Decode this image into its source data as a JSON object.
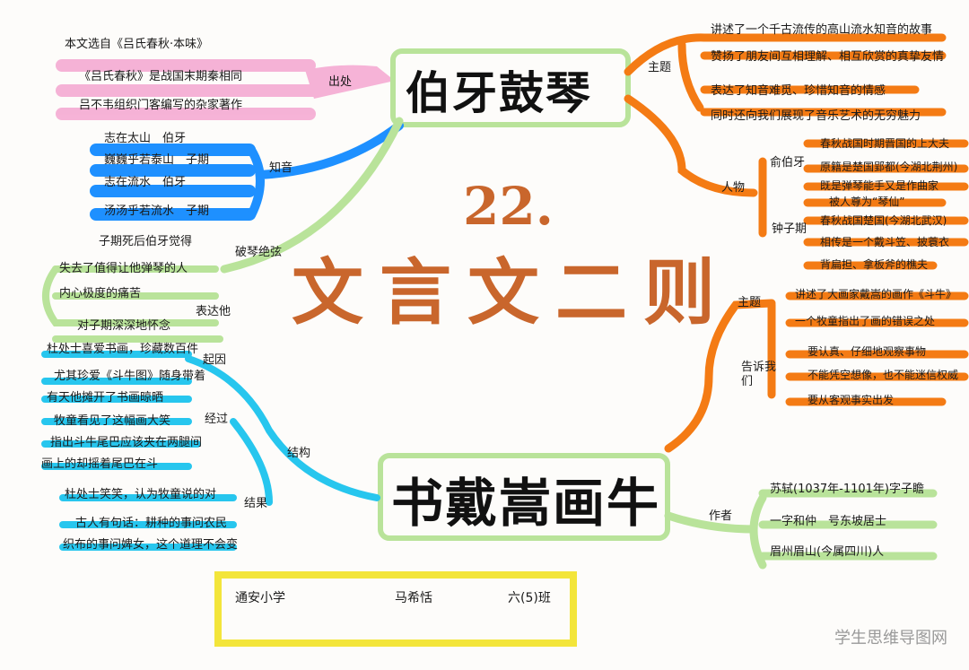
{
  "colors": {
    "green": "#b9e39a",
    "orange": "#f47b14",
    "blue": "#1e90ff",
    "cyan": "#27c6ee",
    "pink": "#f4a6d0",
    "yellow": "#f3e53a",
    "title": "#c9662c"
  },
  "center": {
    "number": "22.",
    "title": "文言文二则"
  },
  "boya": {
    "title": "伯牙鼓琴",
    "source": {
      "label": "出处",
      "lines": [
        "本文选自《吕氏春秋·本味》",
        "《吕氏春秋》是战国末期秦相同",
        "吕不韦组织门客编写的杂家著作"
      ]
    },
    "zhiyin": {
      "label": "知音",
      "lines": [
        "志在太山　伯牙",
        "巍巍乎若泰山　子期",
        "志在流水　伯牙",
        "汤汤乎若流水　子期"
      ]
    },
    "pojue": {
      "label": "破琴绝弦",
      "top": "子期死后伯牙觉得",
      "lines": [
        "失去了值得让他弹琴的人",
        "内心极度的痛苦",
        "对子期深深地怀念"
      ],
      "express": "表达他"
    },
    "theme": {
      "label": "主题",
      "lines": [
        "讲述了一个千古流传的高山流水知音的故事",
        "赞扬了朋友间互相理解、相互欣赏的真挚友情",
        "表达了知音难觅、珍惜知音的情感",
        "同时还向我们展现了音乐艺术的无穷魅力"
      ]
    },
    "people": {
      "label": "人物",
      "boya_label": "俞伯牙",
      "boya_lines": [
        "春秋战国时期晋国的上大夫",
        "原籍是楚国郢都(今湖北荆州)",
        "既是弹琴能手又是作曲家",
        "被人尊为“琴仙”"
      ],
      "ziqi_label": "钟子期",
      "ziqi_lines": [
        "春秋战国楚国(今湖北武汉)",
        "相传是一个戴斗笠、披蓑衣",
        "背扁担、拿板斧的樵夫"
      ]
    }
  },
  "shudai": {
    "title": "书戴嵩画牛",
    "structure": {
      "label": "结构",
      "qiyin": {
        "label": "起因",
        "lines": [
          "杜处士喜爱书画，珍藏数百件",
          "尤其珍爱《斗牛图》随身带着"
        ]
      },
      "jingguo": {
        "label": "经过",
        "lines": [
          "有天他摊开了书画晾晒",
          "牧童看见了这幅画大笑",
          "指出斗牛尾巴应该夹在两腿间",
          "画上的却摇着尾巴在斗"
        ]
      },
      "jieguo": {
        "label": "结果",
        "lines": [
          "杜处士笑笑，认为牧童说的对",
          "古人有句话：耕种的事问农民",
          "织布的事问婢女，这个道理不会变"
        ]
      }
    },
    "theme": {
      "label": "主题",
      "lines": [
        "讲述了大画家戴嵩的画作《斗牛》",
        "一个牧童指出了画的错误之处"
      ]
    },
    "lesson": {
      "label": "告诉我们",
      "lines": [
        "要认真、仔细地观察事物",
        "不能凭空想像，也不能迷信权威",
        "要从客观事实出发"
      ]
    },
    "author": {
      "label": "作者",
      "lines": [
        "苏轼(1037年-1101年)字子瞻",
        "一字和仲　号东坡居士",
        "眉州眉山(今属四川)人"
      ]
    }
  },
  "footer": {
    "school": "通安小学",
    "name": "马希恬",
    "class": "六(5)班"
  },
  "watermark": "学生思维导图网"
}
